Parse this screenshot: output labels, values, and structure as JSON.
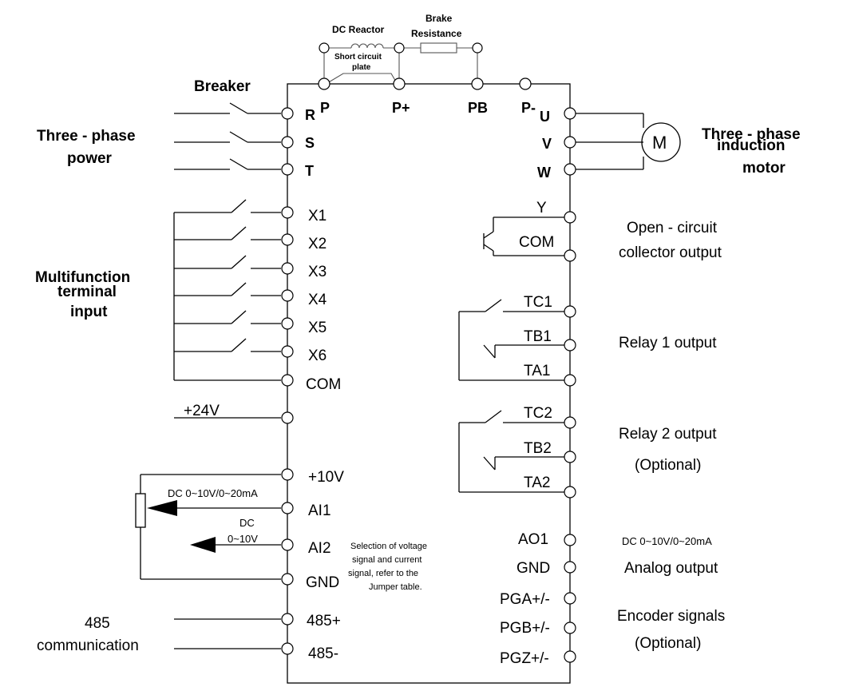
{
  "top": {
    "dc_reactor": "DC Reactor",
    "brake_resistance_1": "Brake",
    "brake_resistance_2": "Resistance",
    "short_circuit_1": "Short circuit",
    "short_circuit_2": "plate",
    "terminals": [
      "P",
      "P+",
      "PB",
      "P-"
    ]
  },
  "left_labels": {
    "breaker": "Breaker",
    "three_phase_power_1": "Three - phase",
    "three_phase_power_2": "power",
    "multifunction_1": "Multifunction",
    "multifunction_2": "terminal",
    "multifunction_3": "input",
    "plus24v": "+24V",
    "dc_range": "DC 0~10V/0~20mA",
    "dc2_line1": "DC",
    "dc2_line2": "0~10V",
    "comm_485_1": "485",
    "comm_485_2": "communication"
  },
  "left_terminals": [
    "R",
    "S",
    "T",
    "X1",
    "X2",
    "X3",
    "X4",
    "X5",
    "X6",
    "COM",
    "+10V",
    "AI1",
    "AI2",
    "GND",
    "485+",
    "485-"
  ],
  "center_note": [
    "Selection of voltage",
    "signal and current",
    "signal, refer to the",
    "Jumper table."
  ],
  "right_terminals": [
    "U",
    "V",
    "W",
    "Y",
    "COM",
    "TC1",
    "TB1",
    "TA1",
    "TC2",
    "TB2",
    "TA2",
    "AO1",
    "GND",
    "PGA+/-",
    "PGB+/-",
    "PGZ+/-"
  ],
  "right_labels": {
    "motor_symbol": "M",
    "motor_1": "Three - phase",
    "motor_2": "induction",
    "motor_3": "motor",
    "open_circuit_1": "Open - circuit",
    "open_circuit_2": "collector output",
    "relay1": "Relay 1 output",
    "relay2": "Relay 2 output",
    "optional_1": "(Optional)",
    "ao_range": "DC 0~10V/0~20mA",
    "analog_output": "Analog output",
    "encoder": "Encoder signals",
    "optional_2": "(Optional)"
  }
}
